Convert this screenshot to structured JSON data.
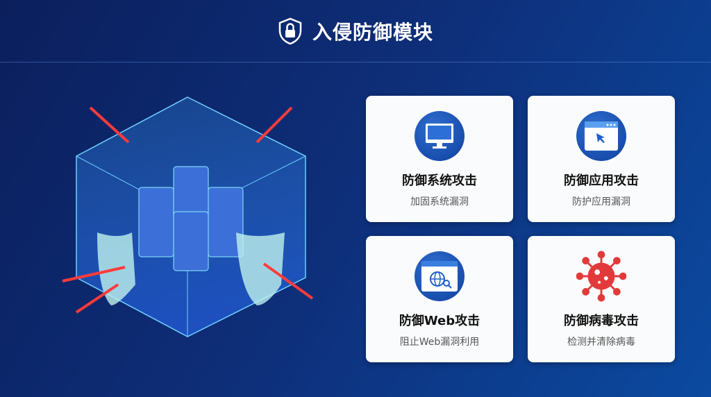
{
  "header": {
    "title": "入侵防御模块",
    "icon": "shield-lock-icon"
  },
  "cards": [
    {
      "title": "防御系统攻击",
      "subtitle": "加固系统漏洞",
      "icon": "monitor-icon"
    },
    {
      "title": "防御应用攻击",
      "subtitle": "防护应用漏洞",
      "icon": "app-window-cursor-icon"
    },
    {
      "title": "防御Web攻击",
      "subtitle": "阻止Web漏洞利用",
      "icon": "web-globe-search-icon"
    },
    {
      "title": "防御病毒攻击",
      "subtitle": "检测并清除病毒",
      "icon": "virus-icon"
    }
  ],
  "colors": {
    "accent": "#1a4fb0",
    "danger": "#e23a3a"
  }
}
